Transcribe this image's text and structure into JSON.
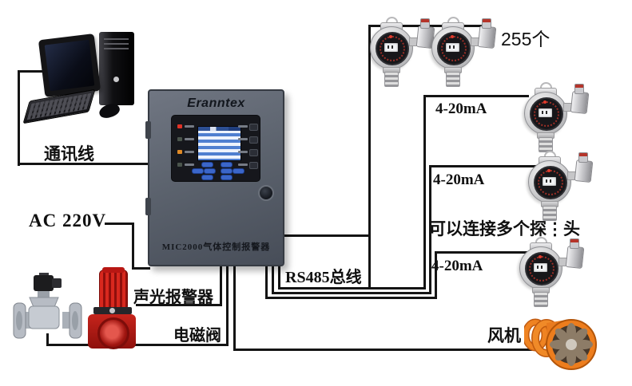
{
  "diagram": {
    "labels": {
      "communication": "通讯线",
      "power": "AC 220V",
      "bus": "RS485总线",
      "alarm": "声光报警器",
      "valve": "电磁阀",
      "fan": "风机",
      "detector_count": "255个",
      "multi_probe": "可以连接多个探⋮头",
      "signal_1": "4-20mA",
      "signal_2": "4-20mA",
      "signal_3": "4-20mA"
    },
    "controller": {
      "brand": "Eranntex",
      "model": "MIC2000气体控制报警器"
    },
    "colors": {
      "wire": "#141414",
      "alarm_red": "#c2221a",
      "fan_orange": "#e87a1e",
      "panel_gray": "#5c636e",
      "button_blue": "#3b66c9",
      "lcd_blue": "#4f7fd0"
    }
  }
}
